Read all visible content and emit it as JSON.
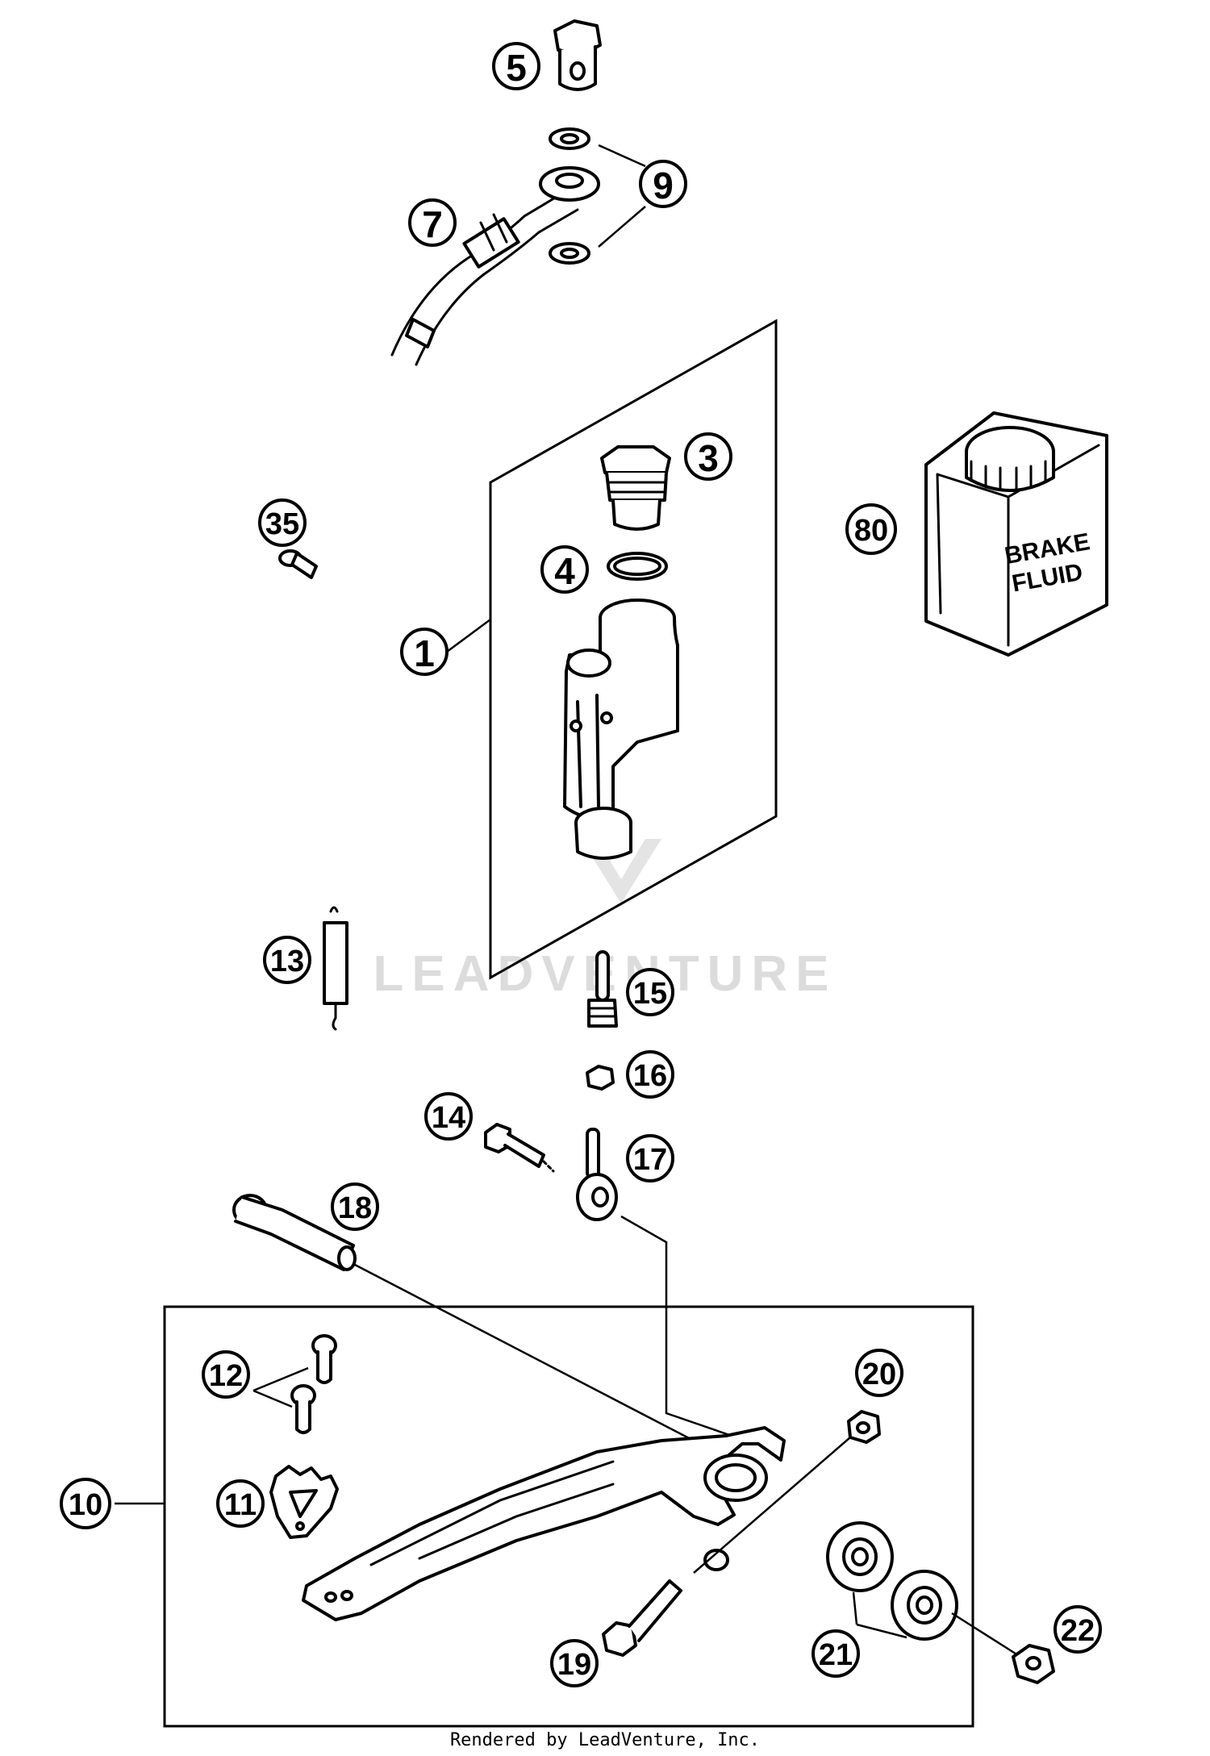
{
  "callouts": {
    "p1": "1",
    "p3": "3",
    "p4": "4",
    "p5": "5",
    "p7": "7",
    "p9": "9",
    "p10": "10",
    "p11": "11",
    "p12": "12",
    "p13": "13",
    "p14": "14",
    "p15": "15",
    "p16": "16",
    "p17": "17",
    "p18": "18",
    "p19": "19",
    "p20": "20",
    "p21": "21",
    "p22": "22",
    "p35": "35",
    "p80": "80"
  },
  "can_label": {
    "line1": "BRAKE",
    "line2": "FLUID"
  },
  "watermark": "LEADVENTURE",
  "footer": "Rendered by LeadVenture, Inc.",
  "colors": {
    "line": "#000000",
    "background": "#ffffff",
    "watermark": "#dcdcdc"
  }
}
